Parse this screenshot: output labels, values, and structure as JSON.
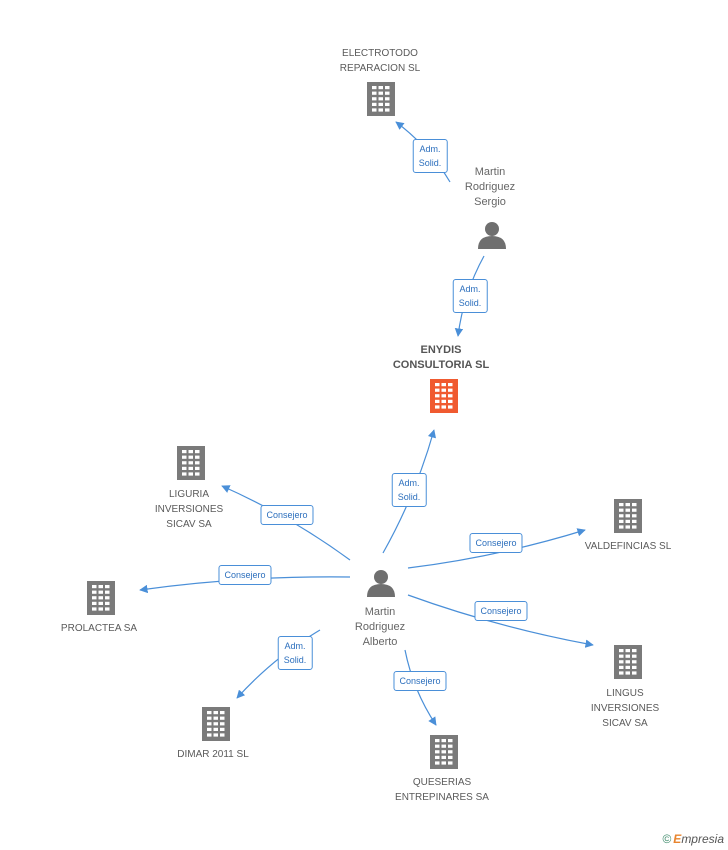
{
  "colors": {
    "company": "#7a7a7a",
    "main_company": "#f05a30",
    "person": "#6f6f6f",
    "edge": "#4a8fd8"
  },
  "nodes": {
    "electrotodo": {
      "label": "ELECTROTODO\nREPARACION SL",
      "kind": "company"
    },
    "enydis": {
      "label": "ENYDIS\nCONSULTORIA SL",
      "kind": "main_company"
    },
    "liguria": {
      "label": "LIGURIA\nINVERSIONES\nSICAV SA",
      "kind": "company"
    },
    "valdefincias": {
      "label": "VALDEFINCIAS SL",
      "kind": "company"
    },
    "prolactea": {
      "label": "PROLACTEA SA",
      "kind": "company"
    },
    "lingus": {
      "label": "LINGUS\nINVERSIONES\nSICAV SA",
      "kind": "company"
    },
    "dimar": {
      "label": "DIMAR 2011 SL",
      "kind": "company"
    },
    "queserias": {
      "label": "QUESERIAS\nENTREPINARES SA",
      "kind": "company"
    },
    "sergio": {
      "label": "Martin\nRodriguez\nSergio",
      "kind": "person"
    },
    "alberto": {
      "label": "Martin\nRodriguez\nAlberto",
      "kind": "person"
    }
  },
  "edges": [
    {
      "id": "e1",
      "from": "sergio",
      "to": "electrotodo",
      "label": "Adm.\nSolid."
    },
    {
      "id": "e2",
      "from": "sergio",
      "to": "enydis",
      "label": "Adm.\nSolid."
    },
    {
      "id": "e3",
      "from": "alberto",
      "to": "enydis",
      "label": "Adm.\nSolid."
    },
    {
      "id": "e4",
      "from": "alberto",
      "to": "liguria",
      "label": "Consejero"
    },
    {
      "id": "e5",
      "from": "alberto",
      "to": "valdefincias",
      "label": "Consejero"
    },
    {
      "id": "e6",
      "from": "alberto",
      "to": "prolactea",
      "label": "Consejero"
    },
    {
      "id": "e7",
      "from": "alberto",
      "to": "lingus",
      "label": "Consejero"
    },
    {
      "id": "e8",
      "from": "alberto",
      "to": "dimar",
      "label": "Adm.\nSolid."
    },
    {
      "id": "e9",
      "from": "alberto",
      "to": "queserias",
      "label": "Consejero"
    }
  ],
  "footer": {
    "copyright": "©",
    "brand_initial": "E",
    "brand_rest": "mpresia"
  }
}
